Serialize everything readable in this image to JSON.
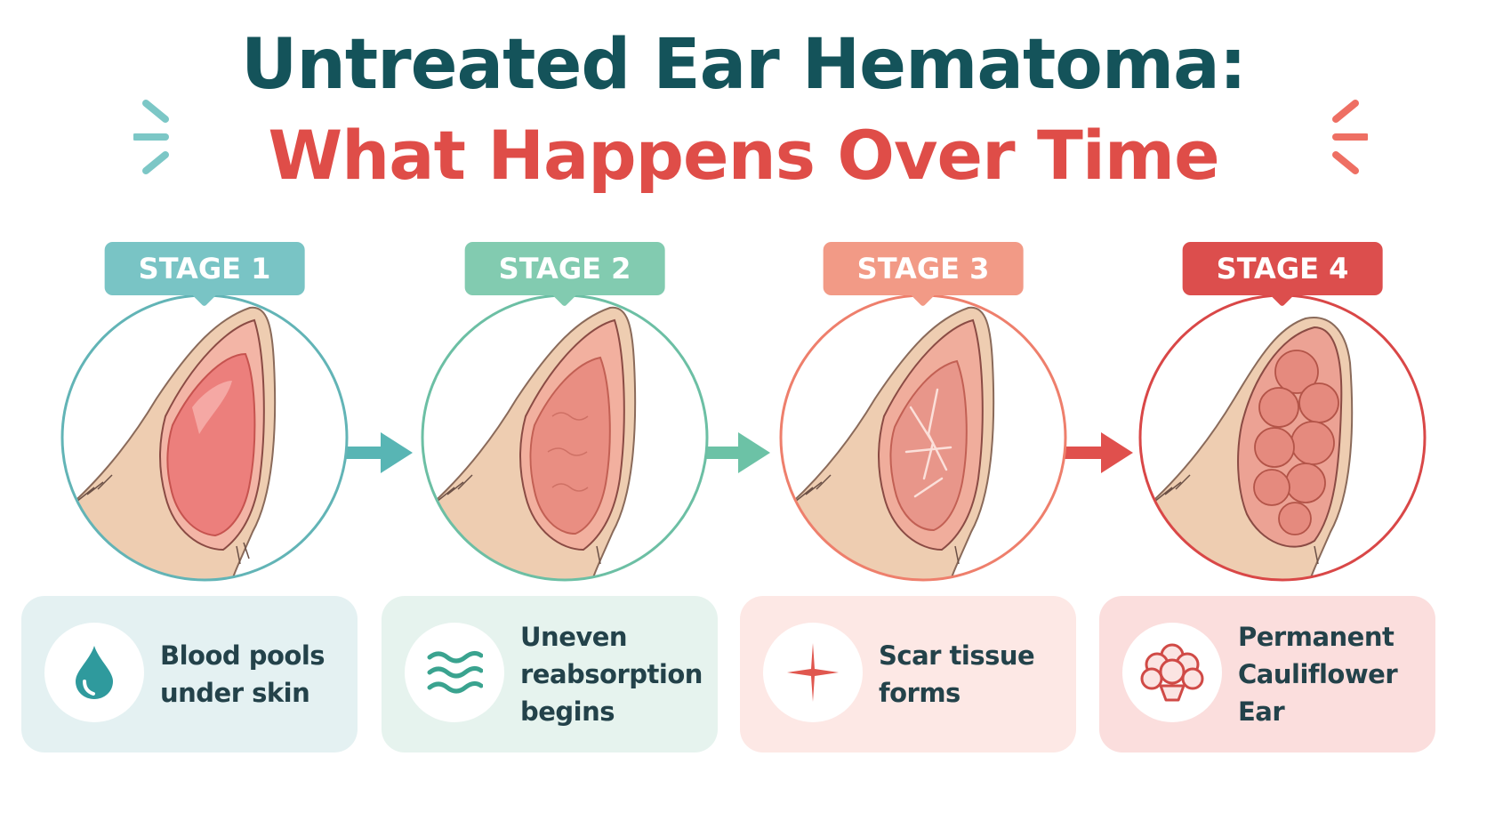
{
  "title": {
    "line1": "Untreated Ear Hematoma:",
    "line2": "What Happens Over Time"
  },
  "colors": {
    "title_dark": "#14535a",
    "title_red": "#df4d48",
    "stage1": "#79c4c5",
    "stage2": "#82cbb0",
    "stage3": "#f29a86",
    "stage4": "#dc4e4d",
    "card1": "#e4f1f2",
    "card2": "#e6f3ee",
    "card3": "#fde8e5",
    "card4": "#fbdedd",
    "skin": "#eecdb1",
    "ear_inner": "#f3b5a6"
  },
  "stages": [
    {
      "label": "STAGE 1",
      "description": [
        "Blood pools",
        "under skin"
      ],
      "icon": "blood-drop-icon"
    },
    {
      "label": "STAGE 2",
      "description": [
        "Uneven",
        "reabsorption",
        "begins"
      ],
      "icon": "waves-icon"
    },
    {
      "label": "STAGE 3",
      "description": [
        "Scar tissue",
        "forms"
      ],
      "icon": "sparkle-icon"
    },
    {
      "label": "STAGE 4",
      "description": [
        "Permanent",
        "Cauliflower Ear"
      ],
      "icon": "cauliflower-icon"
    }
  ]
}
